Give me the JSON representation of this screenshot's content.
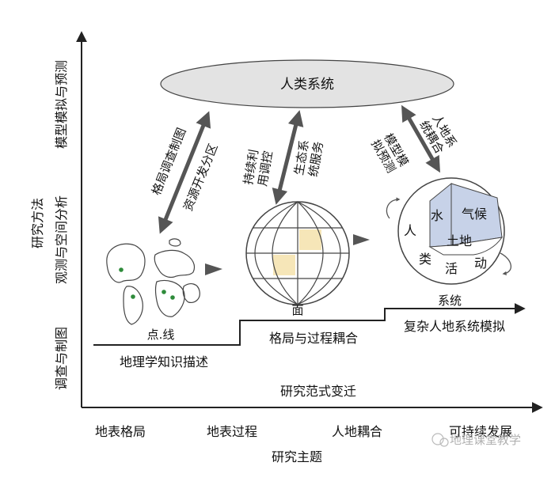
{
  "axes": {
    "y_title": "研究方法",
    "y_levels": [
      "调查与制图",
      "观测与空间分析",
      "模型模拟与预测"
    ],
    "x_title": "研究主题",
    "x_topics": [
      "地表格局",
      "地表过程",
      "人地耦合",
      "可持续发展"
    ],
    "paradigm_label": "研究范式变迁"
  },
  "human_system": "人类系统",
  "arrows": {
    "left": [
      "格局调查制图",
      "资源开发分区"
    ],
    "middle": [
      "持续利",
      "用调控",
      "生态系",
      "统服务"
    ],
    "right": [
      "人地系",
      "统耦合",
      "模型模",
      "拟预测"
    ]
  },
  "stages": {
    "stage1_top": "点.线",
    "stage1_bottom": "地理学知识描述",
    "stage2_top": "面",
    "stage2_bottom": "格局与过程耦合",
    "stage3_top": "系统",
    "stage3_bottom": "复杂人地系统模拟"
  },
  "sphere_labels": [
    "人",
    "水",
    "气候",
    "土地",
    "类",
    "活",
    "动"
  ],
  "watermark": "地理课堂教学"
}
